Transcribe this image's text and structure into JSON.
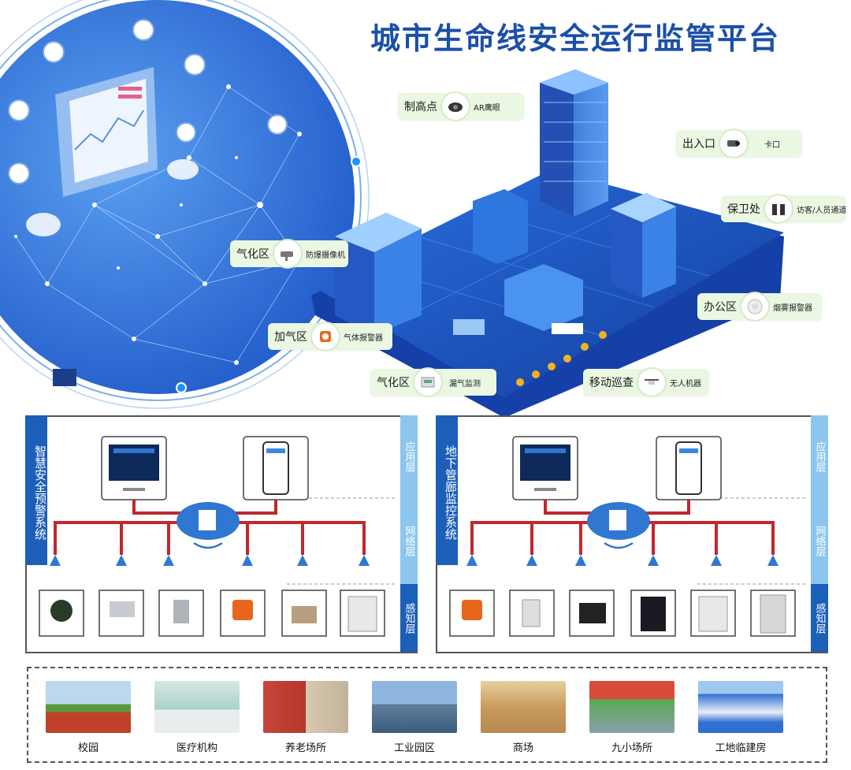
{
  "title": "城市生命线安全运行监管平台",
  "callouts": [
    {
      "area": "制高点",
      "device": "AR鹰眼",
      "icon": "dome-camera-icon"
    },
    {
      "area": "出入口",
      "device": "卡口",
      "icon": "bullet-camera-icon"
    },
    {
      "area": "保卫处",
      "device": "访客/人员通道",
      "icon": "turnstile-icon"
    },
    {
      "area": "气化区",
      "device": "防爆摄像机",
      "icon": "explosion-proof-camera-icon"
    },
    {
      "area": "办公区",
      "device": "烟雾报警器",
      "icon": "smoke-detector-icon"
    },
    {
      "area": "加气区",
      "device": "气体报警器",
      "icon": "gas-detector-icon"
    },
    {
      "area": "气化区",
      "device": "漏气监测",
      "icon": "leak-monitor-icon"
    },
    {
      "area": "移动巡查",
      "device": "无人机器",
      "icon": "drone-icon"
    }
  ],
  "panels": [
    {
      "label": "智慧安全预警系统",
      "layers": [
        "应用层",
        "网络层",
        "感知层"
      ],
      "devices": [
        "pressure-gauge-icon",
        "pipe-sensor-icon",
        "wireless-sensor-icon",
        "gas-detector-icon",
        "solenoid-valve-icon",
        "controller-box-icon"
      ]
    },
    {
      "label": "地下管廊监控系统",
      "layers": [
        "应用层",
        "网络层",
        "感知层"
      ],
      "devices": [
        "gas-detector-icon",
        "temp-humidity-sensor-icon",
        "data-collector-icon",
        "control-panel-icon",
        "controller-box-icon",
        "power-cabinet-icon"
      ]
    }
  ],
  "scenes": [
    "校园",
    "医疗机构",
    "养老场所",
    "工业园区",
    "商场",
    "九小场所",
    "工地临建房"
  ],
  "colors": {
    "title": "#1b4fa8",
    "panel_blue": "#1c5fb8",
    "wire": "#c0282d",
    "layer_light": "#8cc6ee",
    "callout_bg": "#eaf7e2"
  }
}
